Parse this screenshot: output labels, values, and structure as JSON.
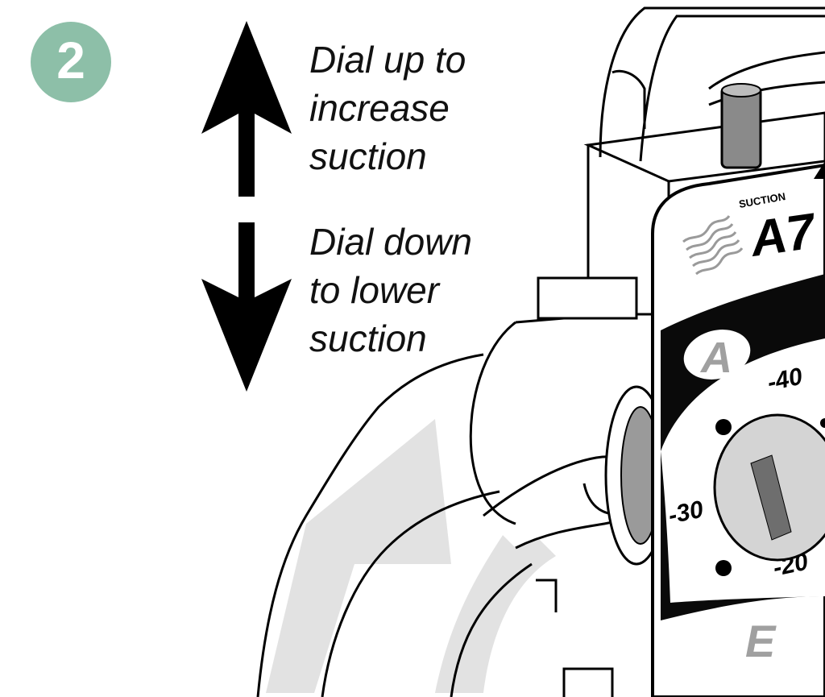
{
  "step": {
    "number": "2",
    "badge_color": "#8dbfa8"
  },
  "instructions": {
    "up": "Dial up to\nincrease\nsuction",
    "down": "Dial down\nto lower\nsuction"
  },
  "device": {
    "suction_label": "SUCTION",
    "brand_partial": "A7",
    "mode_upper": "A",
    "mode_lower": "E",
    "scale": [
      "-40",
      "-30",
      "-20"
    ]
  }
}
